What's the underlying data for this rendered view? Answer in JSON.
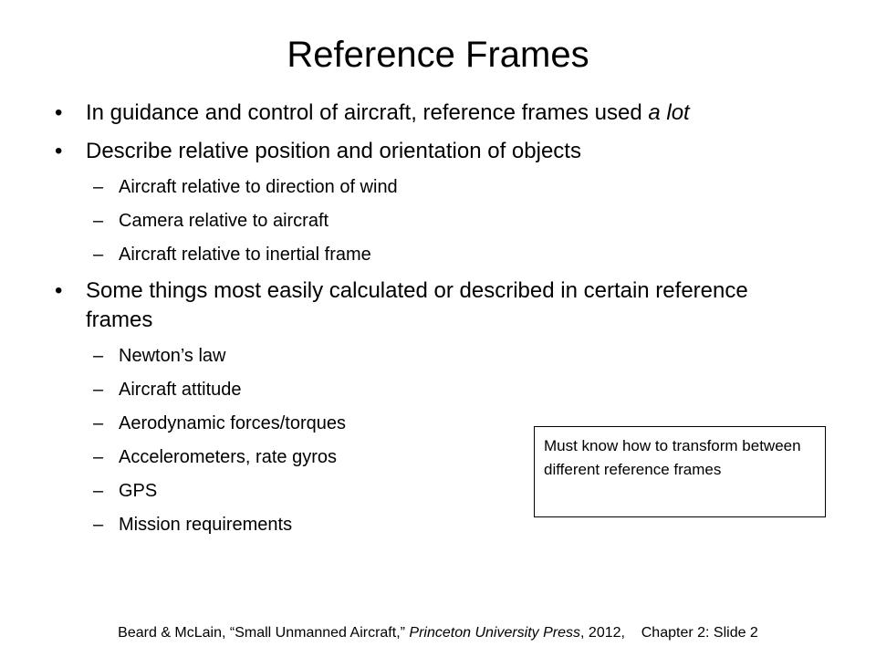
{
  "slide": {
    "title": "Reference Frames",
    "bullet_glyph": "•",
    "dash_glyph": "–",
    "bullet1": {
      "text_a": "In guidance and control of aircraft, reference frames used ",
      "text_em": "a lot"
    },
    "bullet2": {
      "text": "Describe relative position and orientation of objects",
      "sub": [
        "Aircraft relative to direction of wind",
        "Camera relative to aircraft",
        "Aircraft relative to inertial frame"
      ]
    },
    "bullet3": {
      "text": "Some things most easily calculated or described in certain reference frames",
      "sub": [
        "Newton’s law",
        "Aircraft attitude",
        "Aerodynamic forces/torques",
        "Accelerometers, rate gyros",
        "GPS",
        "Mission requirements"
      ]
    },
    "callout": "Must know how to transform between different reference frames",
    "footer": {
      "citation": "Beard & McLain, “Small Unmanned Aircraft,” ",
      "publisher": "Princeton University Press",
      "year": ", 2012,",
      "slide_ref": "Chapter 2: Slide 2"
    }
  }
}
